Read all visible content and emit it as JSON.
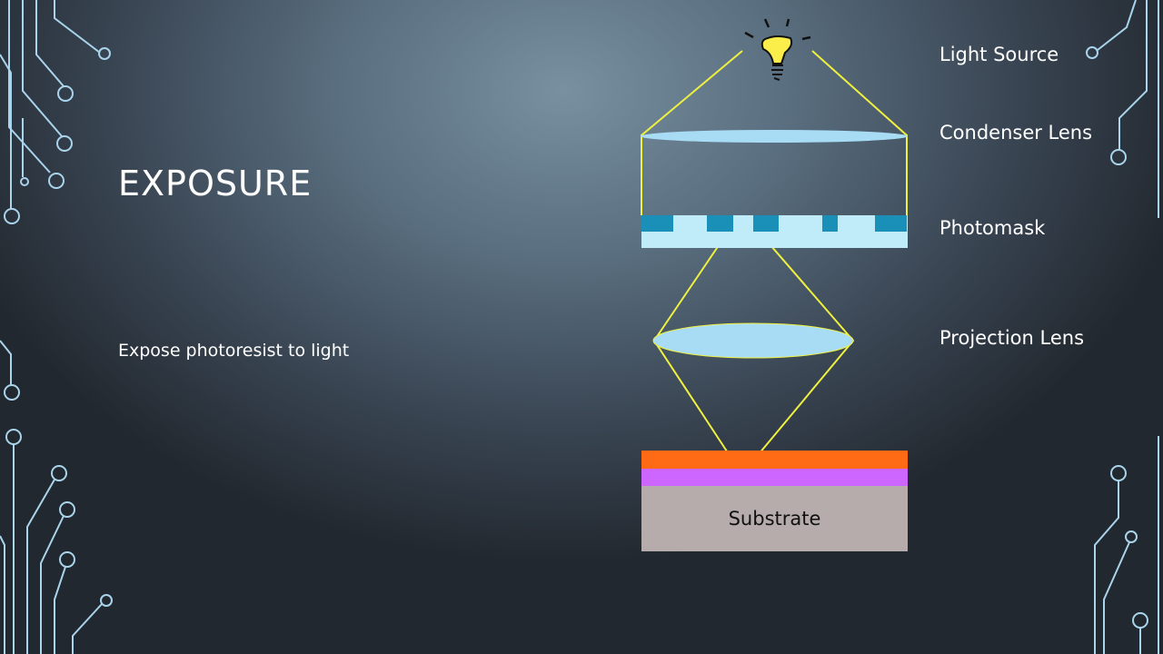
{
  "slide": {
    "title": "EXPOSURE",
    "body": "Expose photoresist to light"
  },
  "labels": {
    "light_source": "Light Source",
    "condenser_lens": "Condenser Lens",
    "photomask": "Photomask",
    "projection_lens": "Projection Lens",
    "substrate": "Substrate"
  },
  "colors": {
    "light_ray": "#f0f040",
    "lens": "#a8dcf5",
    "mask_dark": "#1a8fb8",
    "mask_light": "#c0ecfa",
    "photoresist": "#ff6a14",
    "oxide": "#cc66ff",
    "substrate": "#b5acab",
    "circuit": "#a9d4ec"
  }
}
